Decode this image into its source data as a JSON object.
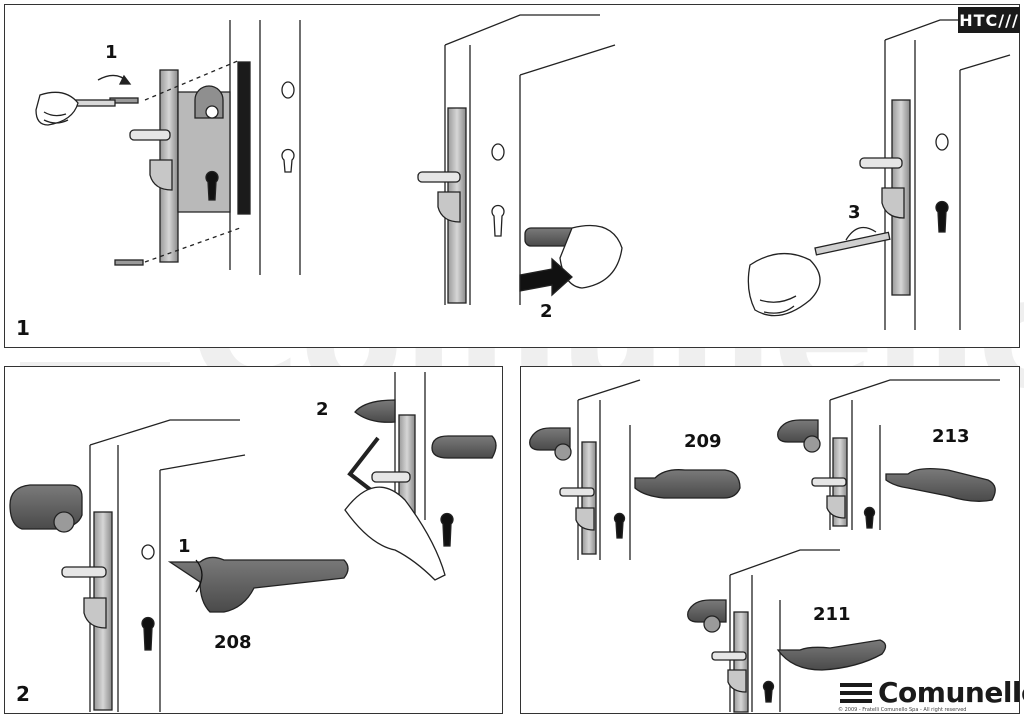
{
  "brand": "HTC///",
  "watermark_text": "Comunello",
  "panels": [
    {
      "id": "1",
      "step_labels": [
        "1",
        "2",
        "3"
      ]
    },
    {
      "id": "2",
      "step_labels": [
        "1",
        "2"
      ],
      "part_label": "208"
    },
    {
      "id": "3",
      "part_labels": [
        "209",
        "213",
        "211"
      ]
    }
  ],
  "logo": {
    "text": "Comunello",
    "reg": "®"
  },
  "copyright": "© 2009 - Fratelli Comunello Spa - All right reserved"
}
